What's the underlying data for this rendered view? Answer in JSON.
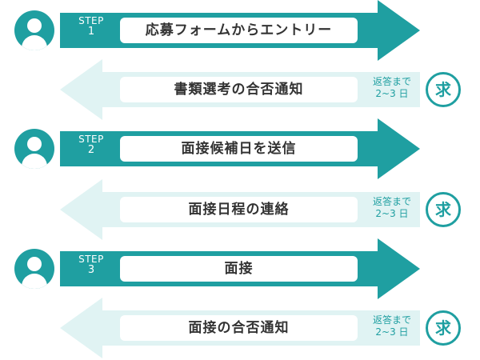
{
  "steps": [
    {
      "label": "STEP",
      "number": "1",
      "action": "応募フォームからエントリー"
    },
    {
      "label": "STEP",
      "number": "2",
      "action": "面接候補日を送信"
    },
    {
      "label": "STEP",
      "number": "3",
      "action": "面接"
    }
  ],
  "responses": [
    {
      "text": "書類選考の合否通知",
      "reply_line1": "返答まで",
      "reply_line2": "2~3 日",
      "badge_glyph": "求"
    },
    {
      "text": "面接日程の連絡",
      "reply_line1": "返答まで",
      "reply_line2": "2~3 日",
      "badge_glyph": "求"
    },
    {
      "text": "面接の合否通知",
      "reply_line1": "返答まで",
      "reply_line2": "2~3 日",
      "badge_glyph": "求"
    }
  ],
  "colors": {
    "accent": "#1f9fa1",
    "light": "#e0f3f3",
    "text": "#333333"
  },
  "icons": {
    "applicant": "person-icon",
    "company": "company-badge-icon"
  }
}
